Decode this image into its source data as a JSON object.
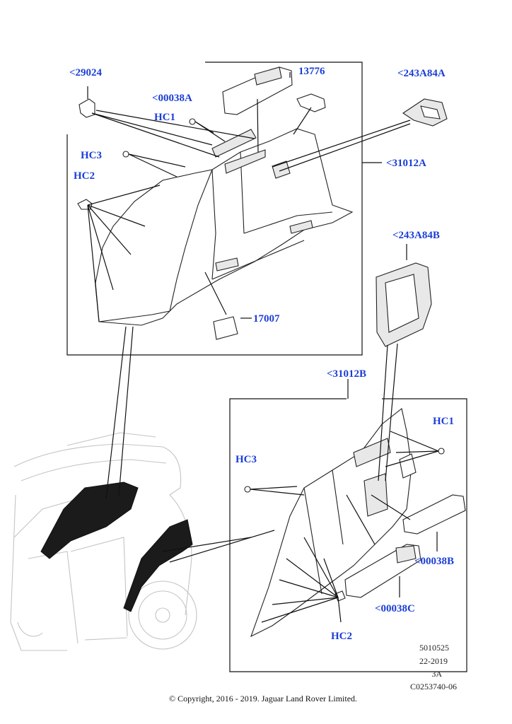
{
  "callouts": {
    "c29024": "<29024",
    "c13776": "13776",
    "c243A84A": "<243A84A",
    "c00038A": "<00038A",
    "hc1_top": "HC1",
    "hc3_top": "HC3",
    "hc2_top": "HC2",
    "c31012A": "<31012A",
    "c17007": "17007",
    "c243A84B": "<243A84B",
    "c31012B": "<31012B",
    "hc1_bottom": "HC1",
    "hc3_bottom": "HC3",
    "c00038B": "<00038B",
    "c00038C": "<00038C",
    "hc2_bottom": "HC2"
  },
  "reference": {
    "number": "5010525",
    "date": "22-2019",
    "revision": "3A",
    "code": "C0253740-06"
  },
  "copyright": "© Copyright, 2016 - 2019. Jaguar Land Rover Limited.",
  "colors": {
    "callout": "#1a3ed6",
    "line": "#111111"
  }
}
